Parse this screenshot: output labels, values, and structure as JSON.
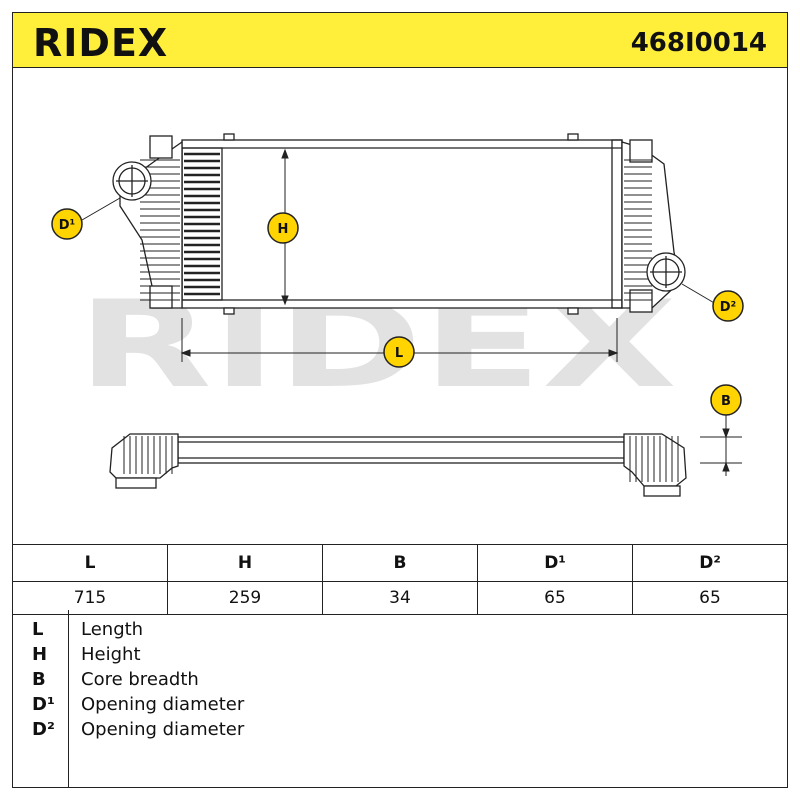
{
  "header": {
    "brand": "RIDEX",
    "part_number": "468I0014"
  },
  "watermark": "RIDEX",
  "drawing_labels": {
    "d1": "D¹",
    "d2": "D²",
    "h": "H",
    "l": "L",
    "b": "B"
  },
  "spec_table": {
    "headers": [
      "L",
      "H",
      "B",
      "D¹",
      "D²"
    ],
    "values": [
      "715",
      "259",
      "34",
      "65",
      "65"
    ]
  },
  "legend": [
    {
      "key": "L",
      "desc": "Length"
    },
    {
      "key": "H",
      "desc": "Height"
    },
    {
      "key": "B",
      "desc": "Core breadth"
    },
    {
      "key": "D¹",
      "desc": "Opening diameter"
    },
    {
      "key": "D²",
      "desc": "Opening diameter"
    }
  ],
  "colors": {
    "header_bg": "#ffef3a",
    "badge_fill": "#ffd400",
    "line": "#222222",
    "watermark": "#e2e2e2"
  }
}
